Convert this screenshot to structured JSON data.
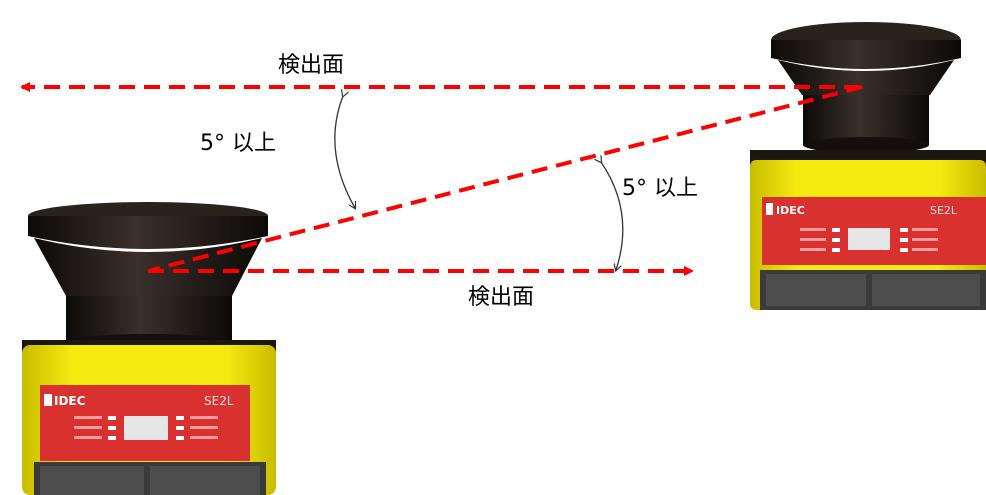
{
  "labels": {
    "plane_top": "検出面",
    "plane_bottom": "検出面",
    "angle_left": "5°  以上",
    "angle_right": "5°  以上"
  },
  "scanners": {
    "brand": "IDEC",
    "model": "SE2L"
  },
  "colors": {
    "beam": "#ff0000",
    "housing": "#f2e200",
    "head": "#1a1410",
    "panel": "#d8312f"
  }
}
